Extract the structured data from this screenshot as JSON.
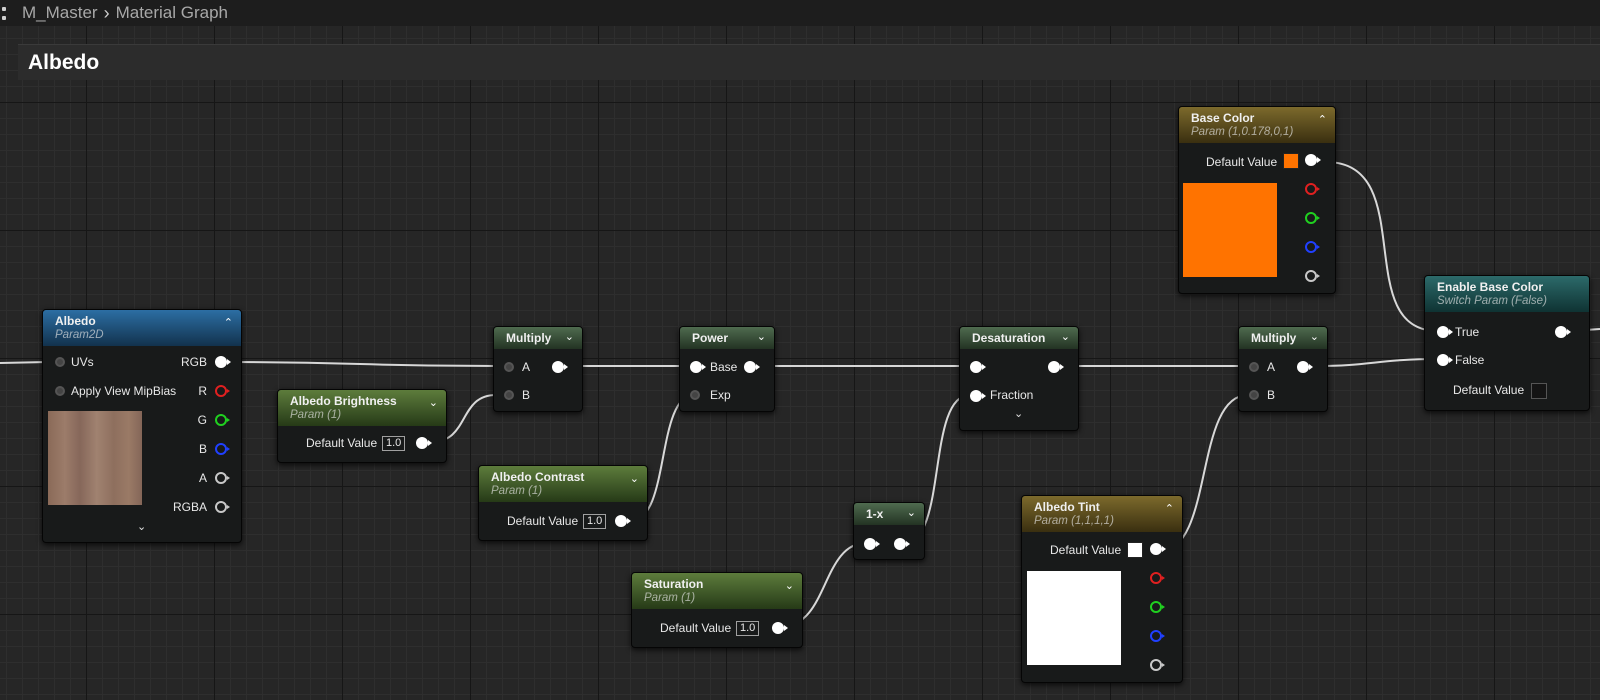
{
  "breadcrumb": {
    "asset": "M_Master",
    "view": "Material Graph"
  },
  "comment": {
    "title": "Albedo"
  },
  "nodes": {
    "albedo": {
      "title": "Albedo",
      "subtitle": "Param2D",
      "in_uvs": "UVs",
      "in_mip": "Apply View MipBias",
      "out_rgb": "RGB",
      "out_r": "R",
      "out_g": "G",
      "out_b": "B",
      "out_a": "A",
      "out_rgba": "RGBA"
    },
    "brightness": {
      "title": "Albedo Brightness",
      "subtitle": "Param (1)",
      "label": "Default Value",
      "value": "1.0"
    },
    "multiply1": {
      "title": "Multiply",
      "in_a": "A",
      "in_b": "B"
    },
    "contrast": {
      "title": "Albedo Contrast",
      "subtitle": "Param (1)",
      "label": "Default Value",
      "value": "1.0"
    },
    "power": {
      "title": "Power",
      "in_base": "Base",
      "in_exp": "Exp"
    },
    "saturation": {
      "title": "Saturation",
      "subtitle": "Param (1)",
      "label": "Default Value",
      "value": "1.0"
    },
    "oneminus": {
      "title": "1-x"
    },
    "desaturation": {
      "title": "Desaturation",
      "in_fraction": "Fraction"
    },
    "tint": {
      "title": "Albedo Tint",
      "subtitle": "Param (1,1,1,1)",
      "label": "Default Value",
      "color": "#ffffff"
    },
    "multiply2": {
      "title": "Multiply",
      "in_a": "A",
      "in_b": "B"
    },
    "basecolor": {
      "title": "Base Color",
      "subtitle": "Param (1,0.178,0,1)",
      "label": "Default Value",
      "color": "#ff7300"
    },
    "switch": {
      "title": "Enable Base Color",
      "subtitle": "Switch Param (False)",
      "in_true": "True",
      "in_false": "False",
      "label": "Default Value"
    }
  },
  "icons": {
    "collapse": "chevron-up-icon",
    "expand": "chevron-down-icon",
    "breadcrumb_sep": "chevron-right-icon",
    "menu": "menu-dots-icon"
  },
  "colors": {
    "wire": "#d8d8d8",
    "grid_major": "#161616",
    "grid_minor": "#2e2e2e"
  }
}
